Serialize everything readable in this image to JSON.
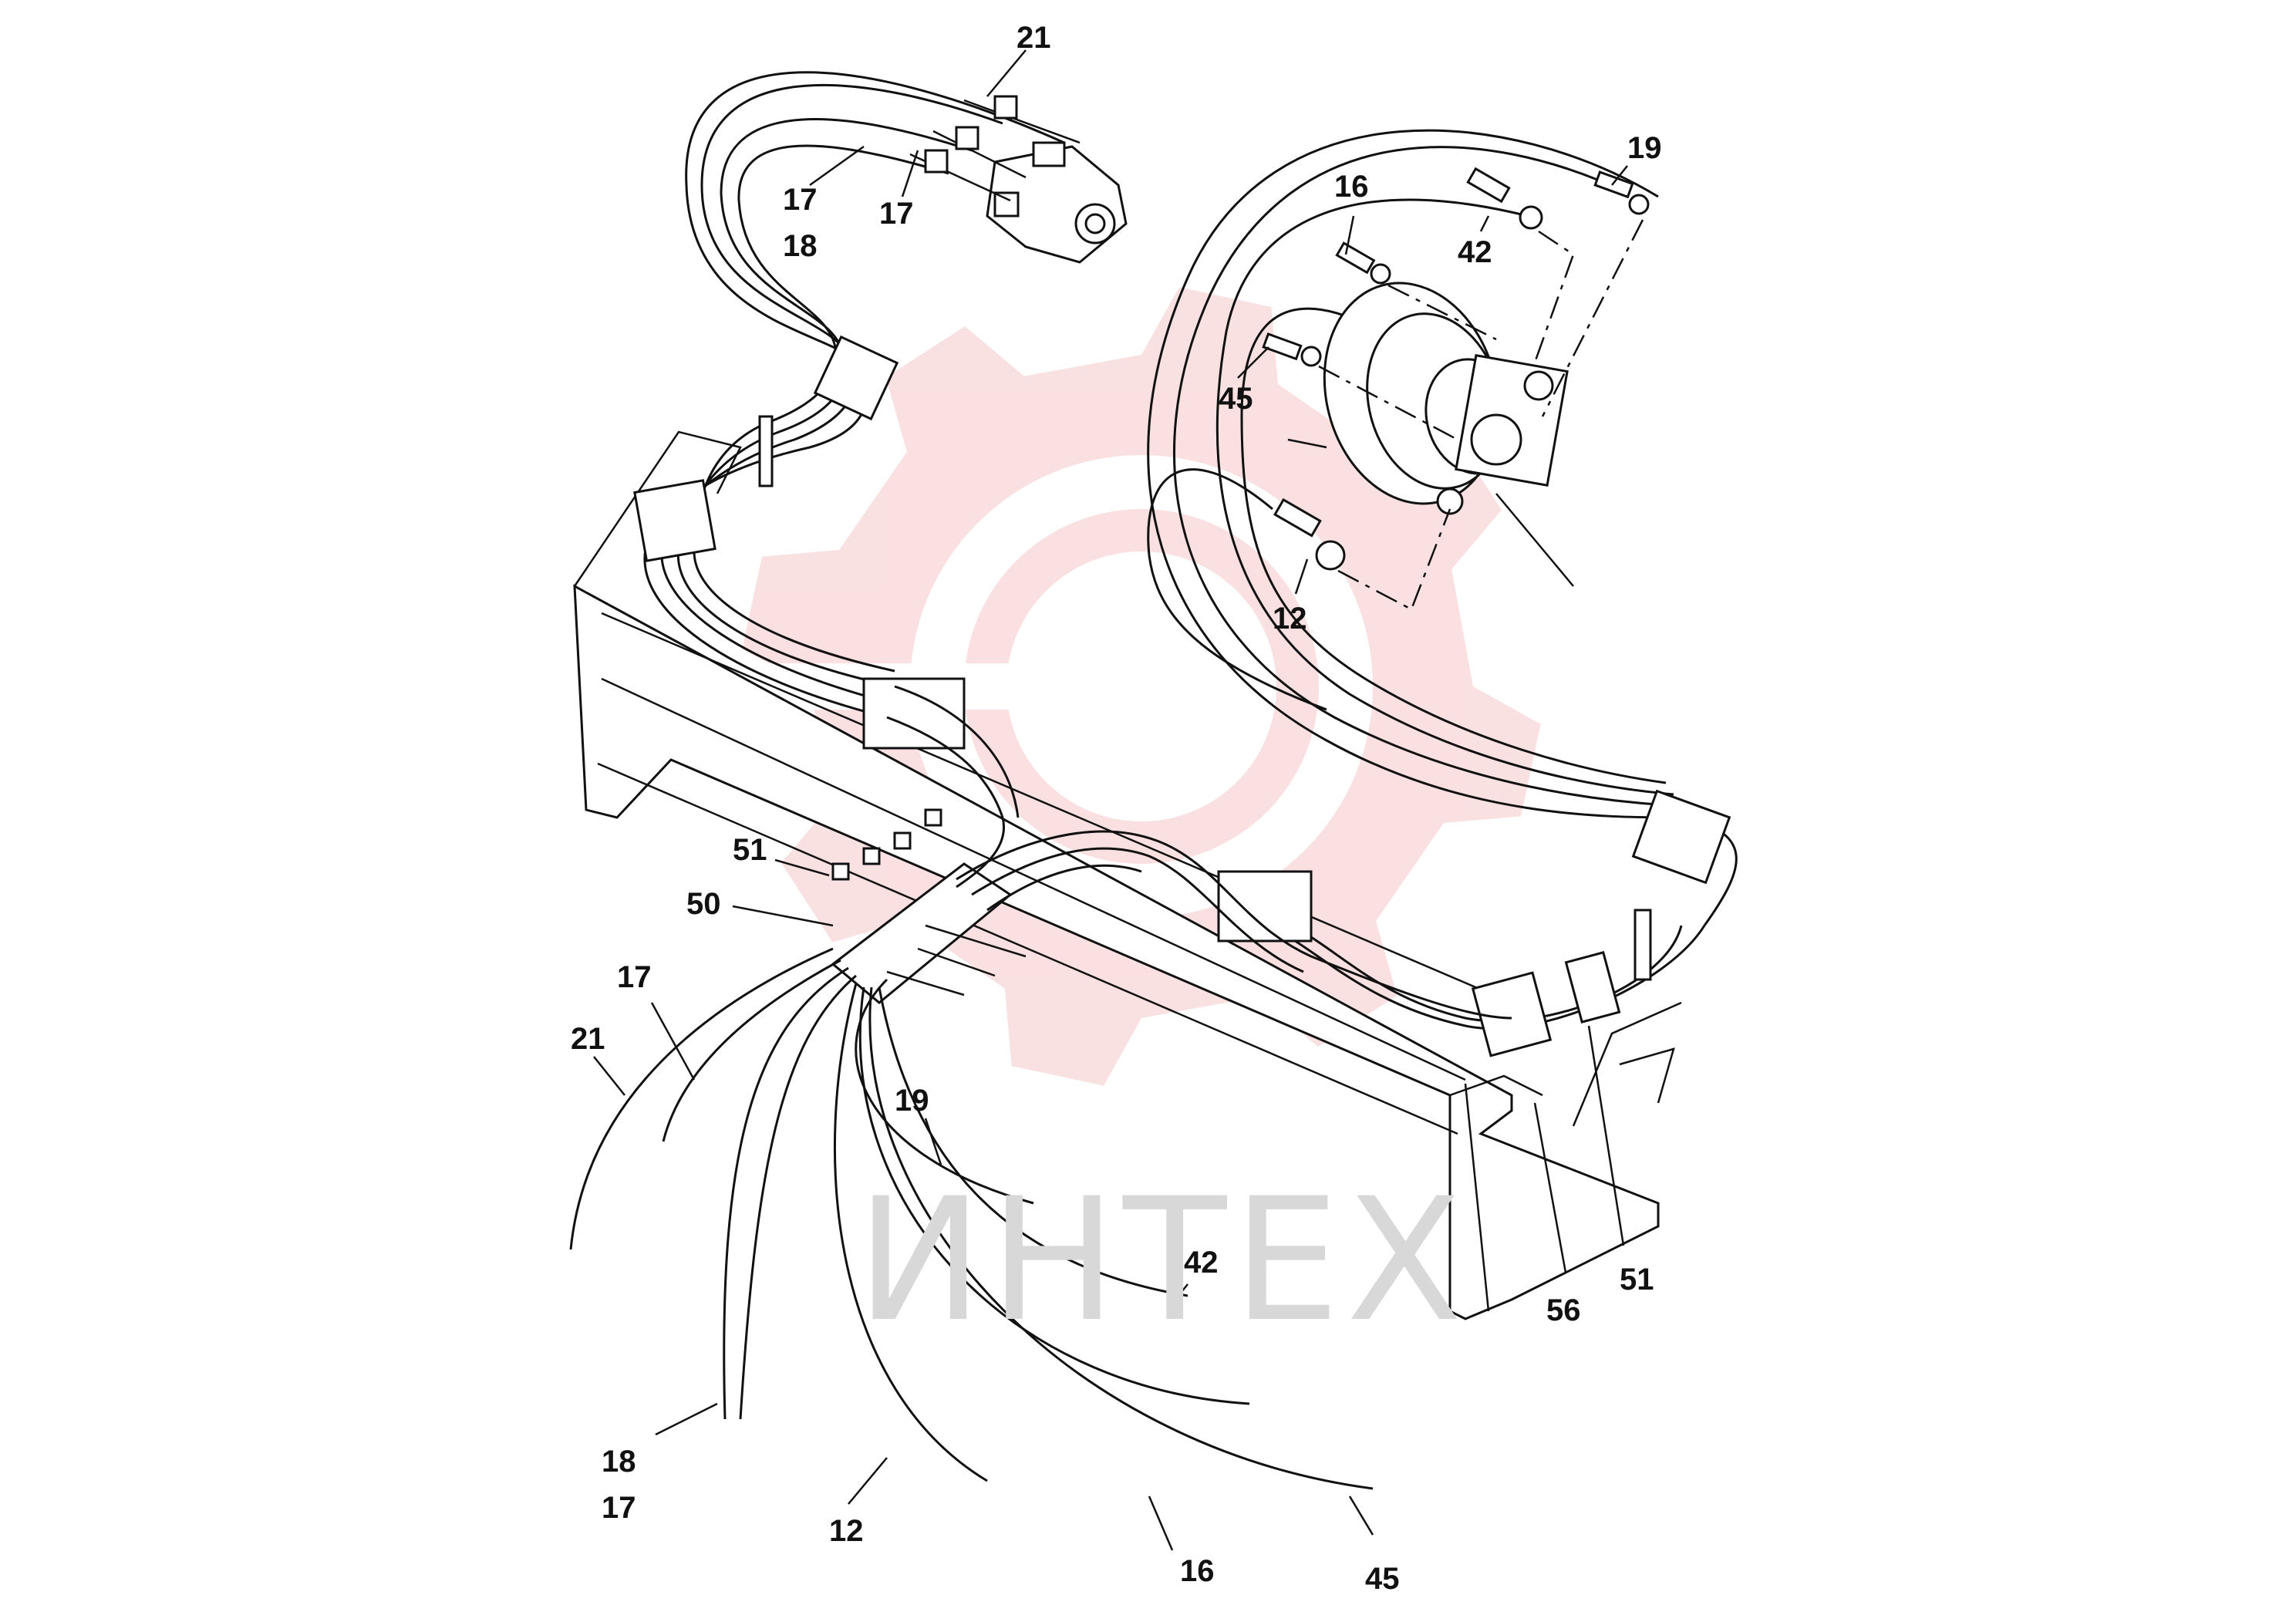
{
  "watermark": {
    "text": "ИНТЕХ",
    "gear_color": "#f6c8c8",
    "text_color": "#d8d8d8"
  },
  "callouts": [
    {
      "id": "c1",
      "text": "21"
    },
    {
      "id": "c2",
      "text": "17"
    },
    {
      "id": "c3",
      "text": "18"
    },
    {
      "id": "c4",
      "text": "17"
    },
    {
      "id": "c5",
      "text": "19"
    },
    {
      "id": "c6",
      "text": "16"
    },
    {
      "id": "c7",
      "text": "42"
    },
    {
      "id": "c8",
      "text": "45"
    },
    {
      "id": "c9",
      "text": "12"
    },
    {
      "id": "c10",
      "text": "51"
    },
    {
      "id": "c11",
      "text": "50"
    },
    {
      "id": "c12",
      "text": "17"
    },
    {
      "id": "c13",
      "text": "21"
    },
    {
      "id": "c14",
      "text": "19"
    },
    {
      "id": "c15",
      "text": "42"
    },
    {
      "id": "c16",
      "text": "56"
    },
    {
      "id": "c17",
      "text": "51"
    },
    {
      "id": "c18",
      "text": "18"
    },
    {
      "id": "c19",
      "text": "17"
    },
    {
      "id": "c20",
      "text": "12"
    },
    {
      "id": "c21",
      "text": "16"
    },
    {
      "id": "c22",
      "text": "45"
    }
  ]
}
